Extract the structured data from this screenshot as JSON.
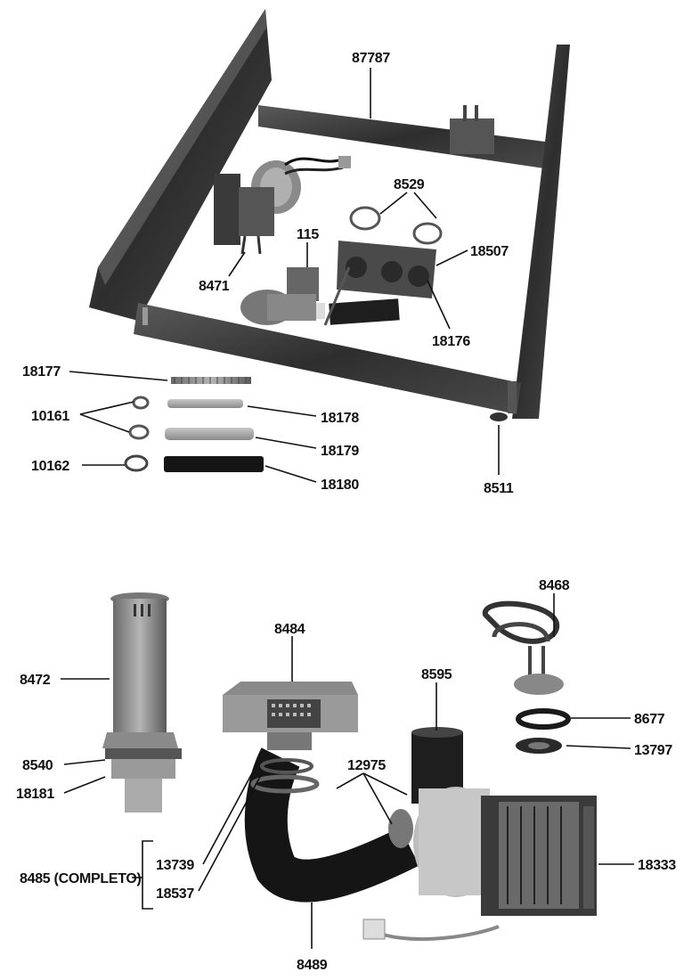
{
  "labels": {
    "p87787": "87787",
    "p8529": "8529",
    "p115": "115",
    "p18507": "18507",
    "p8471": "8471",
    "p18176": "18176",
    "p18177": "18177",
    "p10161": "10161",
    "p18178": "18178",
    "p18179": "18179",
    "p10162": "10162",
    "p18180": "18180",
    "p8511": "8511",
    "p8468": "8468",
    "p8484": "8484",
    "p8472": "8472",
    "p8595": "8595",
    "p8677": "8677",
    "p13797": "13797",
    "p8540": "8540",
    "p18181": "18181",
    "p12975": "12975",
    "p13739": "13739",
    "p18537": "18537",
    "p8485": "8485 (COMPLETO)",
    "p18333": "18333",
    "p8489": "8489"
  }
}
